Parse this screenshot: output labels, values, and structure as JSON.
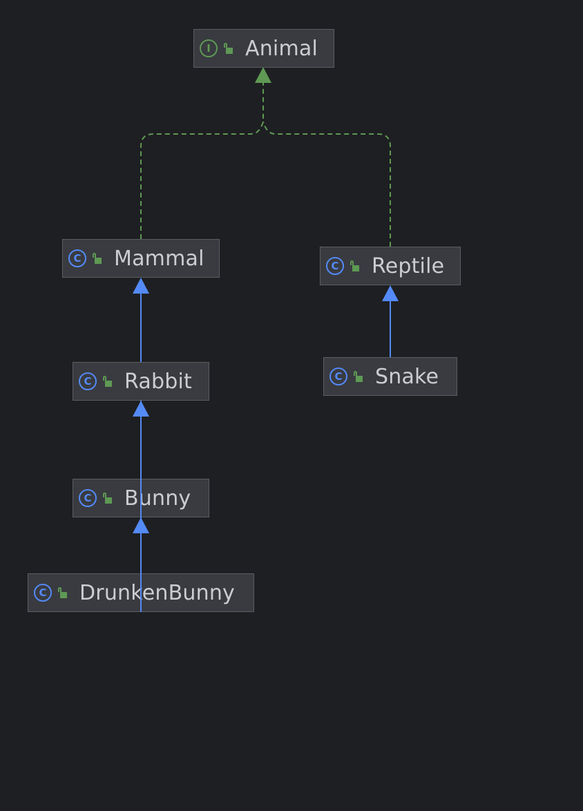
{
  "diagram": {
    "nodes": [
      {
        "id": "animal",
        "label": "Animal",
        "kind": "interface",
        "icon": "interface-icon",
        "kind_glyph": "I"
      },
      {
        "id": "mammal",
        "label": "Mammal",
        "kind": "class",
        "icon": "class-icon",
        "kind_glyph": "C"
      },
      {
        "id": "reptile",
        "label": "Reptile",
        "kind": "class",
        "icon": "class-icon",
        "kind_glyph": "C"
      },
      {
        "id": "rabbit",
        "label": "Rabbit",
        "kind": "class",
        "icon": "class-icon",
        "kind_glyph": "C"
      },
      {
        "id": "snake",
        "label": "Snake",
        "kind": "class",
        "icon": "class-icon",
        "kind_glyph": "C"
      },
      {
        "id": "bunny",
        "label": "Bunny",
        "kind": "class",
        "icon": "class-icon",
        "kind_glyph": "C"
      },
      {
        "id": "drunkenbunny",
        "label": "DrunkenBunny",
        "kind": "class",
        "icon": "class-icon",
        "kind_glyph": "C"
      }
    ],
    "edges": [
      {
        "from": "mammal",
        "to": "animal",
        "type": "implements"
      },
      {
        "from": "reptile",
        "to": "animal",
        "type": "implements"
      },
      {
        "from": "rabbit",
        "to": "mammal",
        "type": "extends"
      },
      {
        "from": "snake",
        "to": "reptile",
        "type": "extends"
      },
      {
        "from": "bunny",
        "to": "rabbit",
        "type": "extends"
      },
      {
        "from": "drunkenbunny",
        "to": "bunny",
        "type": "extends"
      }
    ],
    "colors": {
      "background": "#1e1f22",
      "node_fill": "#393b40",
      "node_border": "#5a5d63",
      "text": "#cbcdd2",
      "extends_edge": "#548af7",
      "implements_edge": "#5f9954",
      "class_icon": "#548af7",
      "interface_icon": "#5f9954",
      "visibility_icon": "#5f9954"
    },
    "visibility_icon": "public-lock-icon"
  }
}
